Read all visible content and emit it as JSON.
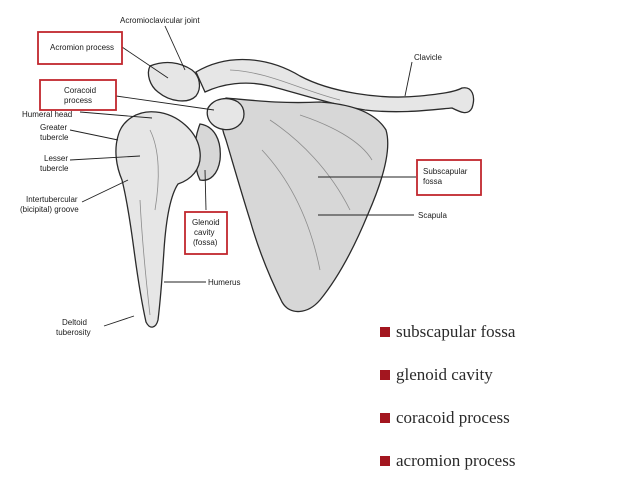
{
  "labels": {
    "acromioclavicular_joint": "Acromioclavicular joint",
    "acromion_process": "Acromion process",
    "coracoid_process_line1": "Coracoid",
    "coracoid_process_line2": "process",
    "humeral_head": "Humeral head",
    "greater_tubercle_line1": "Greater",
    "greater_tubercle_line2": "tubercle",
    "lesser_tubercle_line1": "Lesser",
    "lesser_tubercle_line2": "tubercle",
    "intertubercular_line1": "Intertubercular",
    "intertubercular_line2": "(bicipital) groove",
    "deltoid_line1": "Deltoid",
    "deltoid_line2": "tuberosity",
    "clavicle": "Clavicle",
    "subscapular_line1": "Subscapular",
    "subscapular_line2": "fossa",
    "scapula": "Scapula",
    "glenoid_line1": "Glenoid",
    "glenoid_line2": "cavity",
    "glenoid_line3": "(fossa)",
    "humerus": "Humerus"
  },
  "bullets": [
    "subscapular fossa",
    "glenoid cavity",
    "coracoid process",
    "acromion process"
  ],
  "colors": {
    "highlight_box": "#c1272d",
    "bullet_square": "#a3161f"
  }
}
